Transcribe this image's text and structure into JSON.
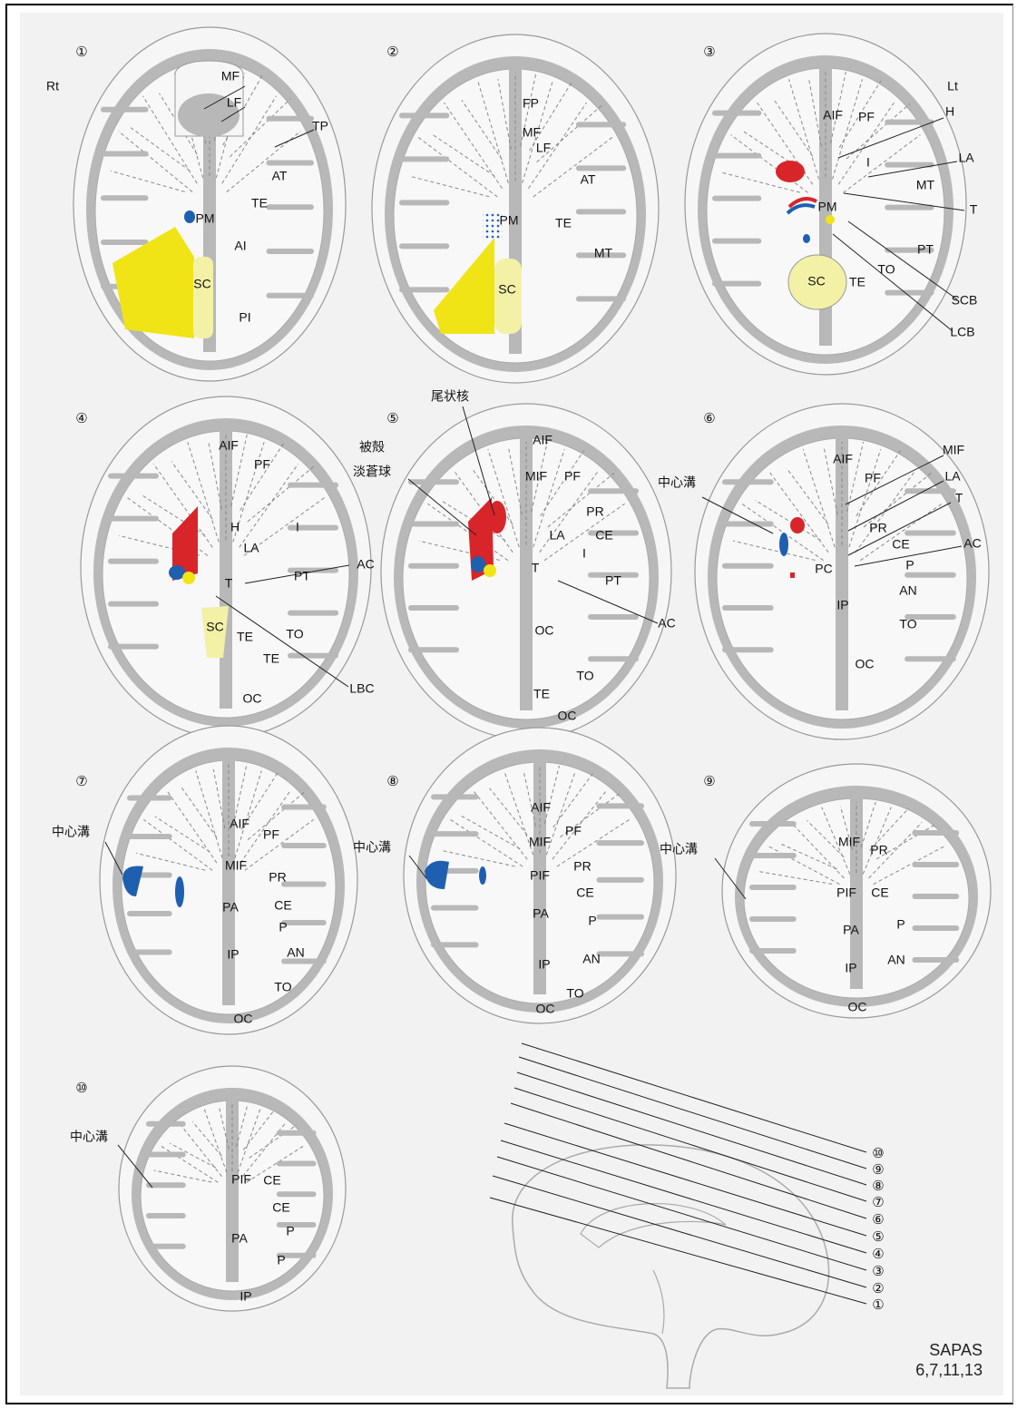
{
  "colors": {
    "background": "#f2f2f2",
    "brain_gray": "#b8b8b8",
    "highlight_yellow": "#f0e416",
    "cerebellum_pale": "#f3f1a6",
    "putamen_red": "#d8252a",
    "thalamus_blue": "#1f5fb0",
    "dashed_line": "#888888"
  },
  "side_labels": {
    "right": "Rt",
    "left": "Lt"
  },
  "sections": [
    {
      "number": "①",
      "labels": [
        "MF",
        "LF",
        "TP",
        "AT",
        "TE",
        "PM",
        "AI",
        "SC",
        "PI"
      ]
    },
    {
      "number": "②",
      "labels": [
        "FP",
        "MF",
        "LF",
        "AT",
        "PM",
        "TE",
        "MT",
        "SC"
      ]
    },
    {
      "number": "③",
      "labels": [
        "AIF",
        "PF",
        "H",
        "I",
        "LA",
        "MT",
        "T",
        "PM",
        "PT",
        "TO",
        "SC",
        "TE",
        "SCB",
        "LCB"
      ]
    },
    {
      "number": "④",
      "labels": [
        "AIF",
        "PF",
        "H",
        "LA",
        "I",
        "PT",
        "T",
        "AC",
        "SC",
        "TE",
        "TO",
        "TE",
        "OC",
        "LBC"
      ]
    },
    {
      "number": "⑤",
      "labels": [
        "尾状核",
        "被殻",
        "淡蒼球",
        "AIF",
        "MIF",
        "PF",
        "PR",
        "CE",
        "LA",
        "I",
        "T",
        "PT",
        "AC",
        "OC",
        "TO",
        "TE",
        "OC"
      ]
    },
    {
      "number": "⑥",
      "labels": [
        "MIF",
        "LA",
        "T",
        "AC",
        "中心溝",
        "AIF",
        "PF",
        "PR",
        "CE",
        "PC",
        "P",
        "AN",
        "IP",
        "TO",
        "OC"
      ]
    },
    {
      "number": "⑦",
      "labels": [
        "中心溝",
        "AIF",
        "PF",
        "MIF",
        "PR",
        "PA",
        "CE",
        "P",
        "IP",
        "AN",
        "TO",
        "OC"
      ]
    },
    {
      "number": "⑧",
      "labels": [
        "中心溝",
        "AIF",
        "PF",
        "MIF",
        "PIF",
        "PR",
        "CE",
        "PA",
        "P",
        "IP",
        "AN",
        "TO",
        "OC"
      ]
    },
    {
      "number": "⑨",
      "labels": [
        "中心溝",
        "MIF",
        "PR",
        "PIF",
        "CE",
        "PA",
        "P",
        "IP",
        "AN",
        "OC"
      ]
    },
    {
      "number": "⑩",
      "labels": [
        "中心溝",
        "PIF",
        "CE",
        "CE",
        "PA",
        "P",
        "P",
        "IP"
      ]
    }
  ],
  "level_key": [
    "⑩",
    "⑨",
    "⑧",
    "⑦",
    "⑥",
    "⑤",
    "④",
    "③",
    "②",
    "①"
  ],
  "reference": {
    "line1": "SAPAS",
    "line2": "6,7,11,13"
  }
}
